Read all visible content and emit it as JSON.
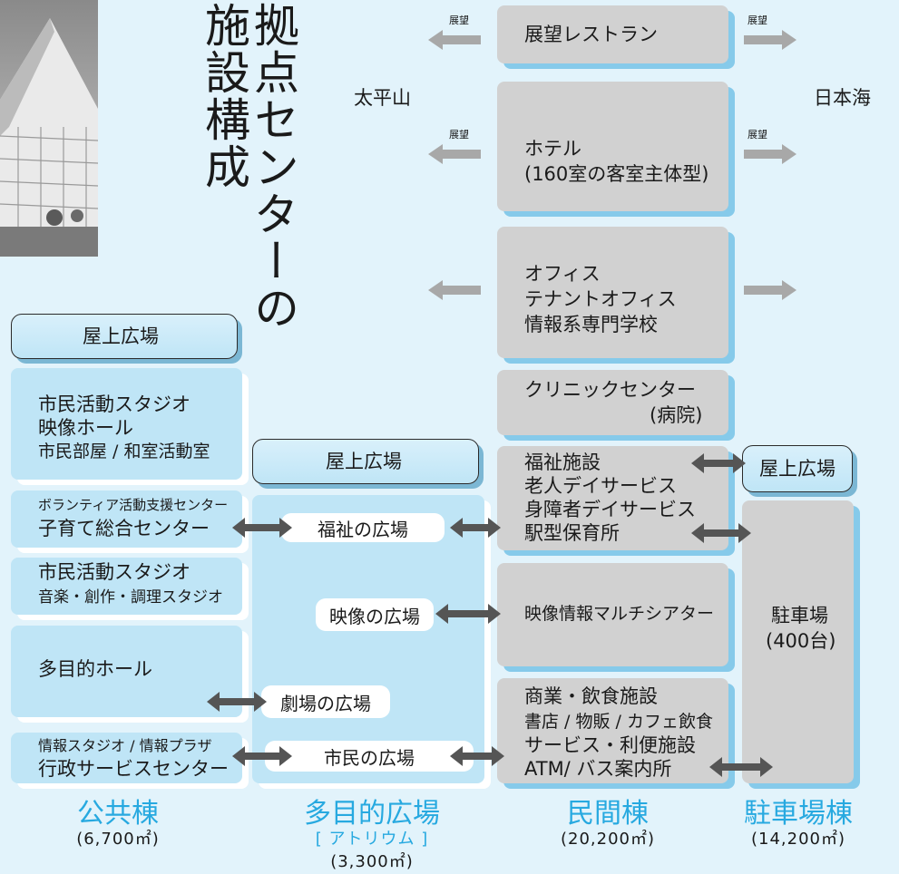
{
  "title": {
    "col1": "拠点センターの",
    "col2": "施設構成"
  },
  "direction": {
    "left": "太平山",
    "right": "日本海",
    "view": "展望"
  },
  "minkan": {
    "restaurant": "展望レストラン",
    "hotel": [
      "ホテル",
      "(160室の客室主体型)"
    ],
    "office": [
      "オフィス",
      "テナントオフィス",
      "情報系専門学校"
    ],
    "clinic": [
      "クリニックセンター",
      "(病院)"
    ],
    "welfare": [
      "福祉施設",
      "老人デイサービス",
      "身障者デイサービス",
      "駅型保育所"
    ],
    "theater": "映像情報マルチシアター",
    "commerce": [
      "商業・飲食施設",
      "書店 / 物販 / カフェ飲食",
      "サービス・利便施設",
      "ATM/ バス案内所"
    ]
  },
  "public": {
    "rooftop": "屋上広場",
    "studio1": [
      "市民活動スタジオ",
      "映像ホール",
      "市民部屋 / 和室活動室"
    ],
    "volunteer": [
      "ボランティア活動支援センター",
      "子育て総合センター"
    ],
    "studio2": [
      "市民活動スタジオ",
      "音楽・創作・調理スタジオ"
    ],
    "hall": "多目的ホール",
    "info": [
      "情報スタジオ / 情報プラザ",
      "行政サービスセンター"
    ]
  },
  "atrium": {
    "rooftop": "屋上広場",
    "welfare_plaza": "福祉の広場",
    "video_plaza": "映像の広場",
    "theater_plaza": "劇場の広場",
    "citizen_plaza": "市民の広場"
  },
  "parking": {
    "rooftop": "屋上広場",
    "name": "駐車場",
    "capacity": "(400台)"
  },
  "labels": {
    "public": {
      "name": "公共棟",
      "area": "(6,700㎡)"
    },
    "atrium": {
      "name": "多目的広場",
      "sub": "[ アトリウム ]",
      "area": "(3,300㎡)"
    },
    "minkan": {
      "name": "民間棟",
      "area": "(20,200㎡)"
    },
    "parking": {
      "name": "駐車場棟",
      "area": "(14,200㎡)"
    }
  },
  "colors": {
    "accent": "#27a9e0",
    "gray_box": "#d1d1d1",
    "blue_box": "#bfe5f6",
    "arrow_gray": "#a8a8a8",
    "arrow_dark": "#555555",
    "background": "#e2f3fb"
  }
}
